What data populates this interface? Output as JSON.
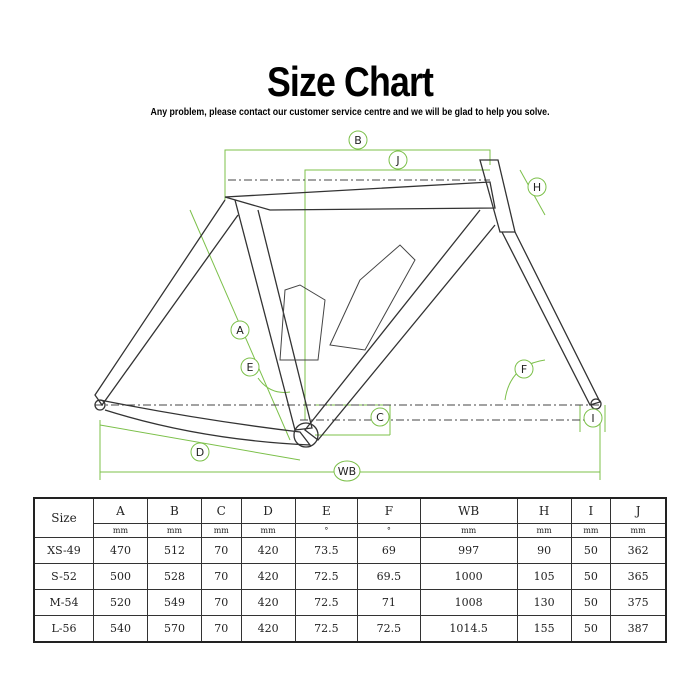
{
  "title": "Size Chart",
  "subtitle": "Any problem, please contact our customer service centre and we will be glad to help you solve.",
  "diagram": {
    "labels": [
      "B",
      "J",
      "H",
      "A",
      "E",
      "F",
      "C",
      "D",
      "WB",
      "I"
    ],
    "accent": "#7cc04a"
  },
  "table": {
    "size_header": "Size",
    "columns": [
      {
        "key": "A",
        "unit": "mm"
      },
      {
        "key": "B",
        "unit": "mm"
      },
      {
        "key": "C",
        "unit": "mm"
      },
      {
        "key": "D",
        "unit": "mm"
      },
      {
        "key": "E",
        "unit": "°"
      },
      {
        "key": "F",
        "unit": "°"
      },
      {
        "key": "WB",
        "unit": "mm"
      },
      {
        "key": "H",
        "unit": "mm"
      },
      {
        "key": "I",
        "unit": "mm"
      },
      {
        "key": "J",
        "unit": "mm"
      }
    ],
    "rows": [
      {
        "size": "XS-49",
        "values": [
          "470",
          "512",
          "70",
          "420",
          "73.5",
          "69",
          "997",
          "90",
          "50",
          "362"
        ]
      },
      {
        "size": "S-52",
        "values": [
          "500",
          "528",
          "70",
          "420",
          "72.5",
          "69.5",
          "1000",
          "105",
          "50",
          "365"
        ]
      },
      {
        "size": "M-54",
        "values": [
          "520",
          "549",
          "70",
          "420",
          "72.5",
          "71",
          "1008",
          "130",
          "50",
          "375"
        ]
      },
      {
        "size": "L-56",
        "values": [
          "540",
          "570",
          "70",
          "420",
          "72.5",
          "72.5",
          "1014.5",
          "155",
          "50",
          "387"
        ]
      }
    ]
  }
}
